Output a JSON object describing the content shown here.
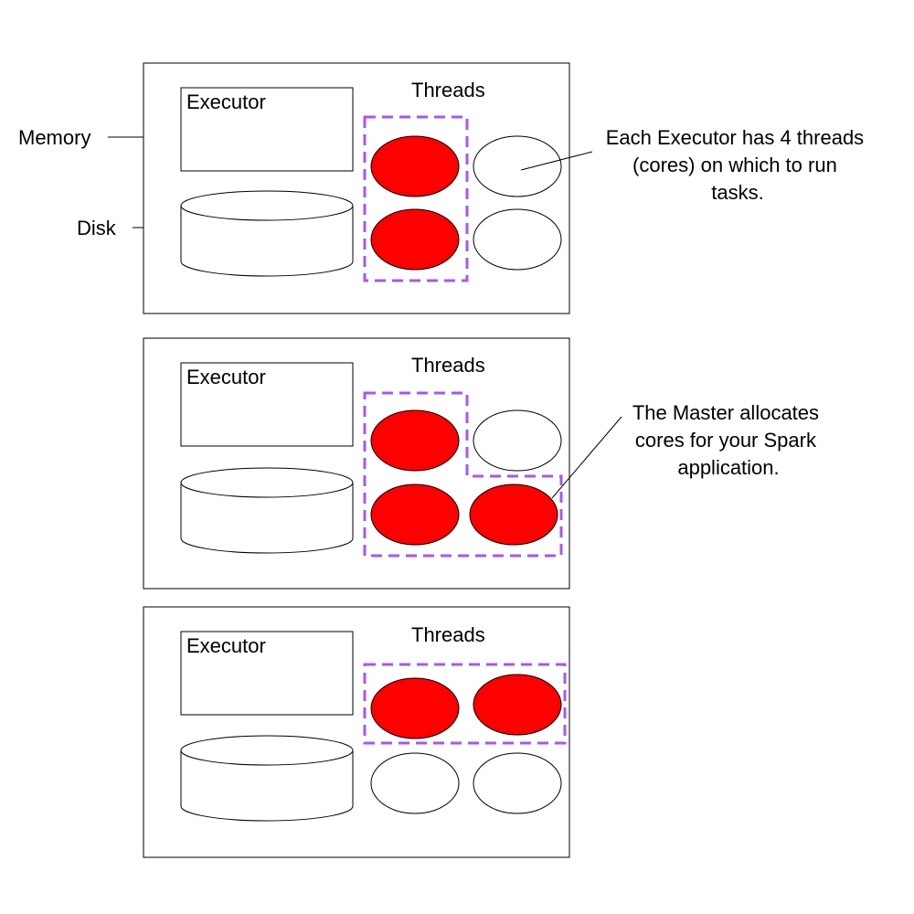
{
  "colors": {
    "allocated_thread": "#ff0000",
    "free_thread": "#ffffff",
    "allocation_border": "#a855f7",
    "outline": "#000000"
  },
  "labels": {
    "memory": "Memory",
    "disk": "Disk",
    "executor": "Executor",
    "threads": "Threads"
  },
  "annotations": {
    "threads_note": [
      "Each Executor has 4 threads",
      "(cores) on which to run",
      "tasks."
    ],
    "master_note": [
      "The Master allocates",
      "cores for your Spark",
      "application."
    ]
  },
  "panels": [
    {
      "executor_label": "Executor",
      "threads_label": "Threads",
      "threads": [
        {
          "slot": "top-left",
          "allocated": true
        },
        {
          "slot": "top-right",
          "allocated": false
        },
        {
          "slot": "bottom-left",
          "allocated": true
        },
        {
          "slot": "bottom-right",
          "allocated": false
        }
      ]
    },
    {
      "executor_label": "Executor",
      "threads_label": "Threads",
      "threads": [
        {
          "slot": "top-left",
          "allocated": true
        },
        {
          "slot": "top-right",
          "allocated": false
        },
        {
          "slot": "bottom-left",
          "allocated": true
        },
        {
          "slot": "bottom-right",
          "allocated": true
        }
      ]
    },
    {
      "executor_label": "Executor",
      "threads_label": "Threads",
      "threads": [
        {
          "slot": "top-left",
          "allocated": true
        },
        {
          "slot": "top-right",
          "allocated": true
        },
        {
          "slot": "bottom-left",
          "allocated": false
        },
        {
          "slot": "bottom-right",
          "allocated": false
        }
      ]
    }
  ]
}
